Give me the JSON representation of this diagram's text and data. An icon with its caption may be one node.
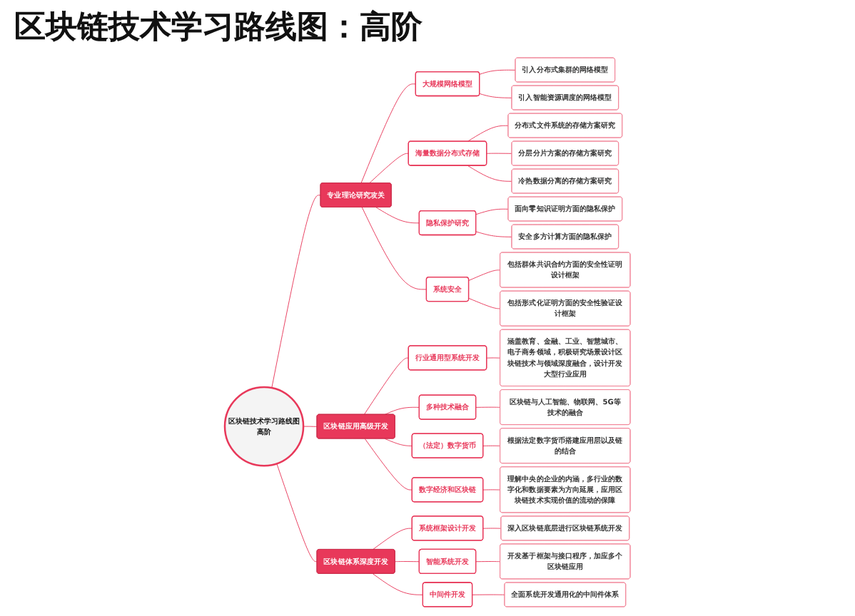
{
  "diagram": {
    "title": "区块链技术学习路线图：高阶",
    "nodes": [
      {
        "text": [
          "区块链技术学习路线图",
          "高阶"
        ]
      },
      {
        "text": [
          "专业理论研究攻关"
        ]
      },
      {
        "text": [
          "大规模网络模型"
        ]
      },
      {
        "text": [
          "引入分布式集群的网络模型"
        ]
      },
      {
        "text": [
          "引入智能资源调度的网络模型"
        ]
      },
      {
        "text": [
          "海量数据分布式存储"
        ]
      },
      {
        "text": [
          "分布式文件系统的存储方案研究"
        ]
      },
      {
        "text": [
          "分层分片方案的存储方案研究"
        ]
      },
      {
        "text": [
          "冷热数据分离的存储方案研究"
        ]
      },
      {
        "text": [
          "隐私保护研究"
        ]
      },
      {
        "text": [
          "面向零知识证明方面的隐私保护"
        ]
      },
      {
        "text": [
          "安全多方计算方面的隐私保护"
        ]
      },
      {
        "text": [
          "系统安全"
        ]
      },
      {
        "text": [
          "包括群体共识合约方面的安全性证明设计框架"
        ]
      },
      {
        "text": [
          "包括形式化证明方面的安全性验证设计框架"
        ]
      },
      {
        "text": [
          "区块链应用高级开发"
        ]
      },
      {
        "text": [
          "行业通用型系统开发"
        ]
      },
      {
        "text": [
          "涵盖教育、金融、工业、智慧城市、电子商务领域，积极研究场景设计区块链技术与领域深度融合，设计开发大型行业应用"
        ]
      },
      {
        "text": [
          "多种技术融合"
        ]
      },
      {
        "text": [
          "区块链与人工智能、物联网、5G等技术的融合"
        ]
      },
      {
        "text": [
          "（法定）数字货币"
        ]
      },
      {
        "text": [
          "根据法定数字货币搭建应用层以及链的结合"
        ]
      },
      {
        "text": [
          "数字经济和区块链"
        ]
      },
      {
        "text": [
          "理解中央的企业的内涵，多行业的数字化和数据要素为方向延展，应用区块链技术实现价值的流动的保障"
        ]
      },
      {
        "text": [
          "区块链体系深度开发"
        ]
      },
      {
        "text": [
          "系统框架设计开发"
        ]
      },
      {
        "text": [
          "深入区块链底层进行区块链系统开发"
        ]
      },
      {
        "text": [
          "智能系统开发"
        ]
      },
      {
        "text": [
          "开发基于框架与接口程序，加应多个区块链应用"
        ]
      },
      {
        "text": [
          "中间件开发"
        ]
      },
      {
        "text": [
          "全面系统开发通用化的中间件体系"
        ]
      }
    ],
    "edges": [
      {
        "from": 0,
        "to": 1,
        "arrow": "none"
      },
      {
        "from": 1,
        "to": 2,
        "arrow": "none"
      },
      {
        "from": 2,
        "to": 3,
        "arrow": "none"
      },
      {
        "from": 2,
        "to": 4,
        "arrow": "none"
      },
      {
        "from": 1,
        "to": 5,
        "arrow": "none"
      },
      {
        "from": 5,
        "to": 6,
        "arrow": "none"
      },
      {
        "from": 5,
        "to": 7,
        "arrow": "none"
      },
      {
        "from": 5,
        "to": 8,
        "arrow": "none"
      },
      {
        "from": 1,
        "to": 9,
        "arrow": "none"
      },
      {
        "from": 9,
        "to": 10,
        "arrow": "none"
      },
      {
        "from": 9,
        "to": 11,
        "arrow": "none"
      },
      {
        "from": 1,
        "to": 12,
        "arrow": "none"
      },
      {
        "from": 12,
        "to": 13,
        "arrow": "none"
      },
      {
        "from": 12,
        "to": 14,
        "arrow": "none"
      },
      {
        "from": 0,
        "to": 15,
        "arrow": "none"
      },
      {
        "from": 15,
        "to": 16,
        "arrow": "none"
      },
      {
        "from": 16,
        "to": 17,
        "arrow": "none"
      },
      {
        "from": 15,
        "to": 18,
        "arrow": "none"
      },
      {
        "from": 18,
        "to": 19,
        "arrow": "none"
      },
      {
        "from": 15,
        "to": 20,
        "arrow": "none"
      },
      {
        "from": 20,
        "to": 21,
        "arrow": "none"
      },
      {
        "from": 15,
        "to": 22,
        "arrow": "none"
      },
      {
        "from": 22,
        "to": 23,
        "arrow": "none"
      },
      {
        "from": 0,
        "to": 24,
        "arrow": "none"
      },
      {
        "from": 24,
        "to": 25,
        "arrow": "none"
      },
      {
        "from": 25,
        "to": 26,
        "arrow": "none"
      },
      {
        "from": 24,
        "to": 27,
        "arrow": "none"
      },
      {
        "from": 27,
        "to": 28,
        "arrow": "none"
      },
      {
        "from": 24,
        "to": 29,
        "arrow": "none"
      },
      {
        "from": 29,
        "to": 30,
        "arrow": "none"
      }
    ]
  }
}
